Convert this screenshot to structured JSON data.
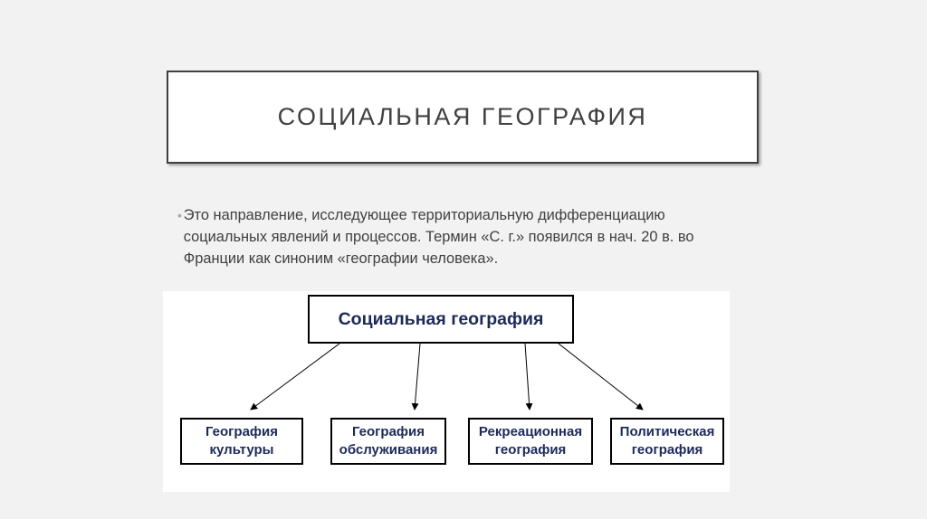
{
  "slide": {
    "title": "СОЦИАЛЬНАЯ ГЕОГРАФИЯ",
    "bullet_text": "Это направление, исследующее территориальную дифференциацию социальных явлений и процессов. Термин «С. г.» появился в нач. 20 в. во Франции как синоним «географии человека»."
  },
  "diagram": {
    "root": "Социальная  география",
    "children": [
      {
        "line1": "География",
        "line2": "культуры"
      },
      {
        "line1": "География",
        "line2": "обслуживания"
      },
      {
        "line1": "Рекреационная",
        "line2": "география"
      },
      {
        "line1": "Политическая",
        "line2": "география"
      }
    ]
  }
}
